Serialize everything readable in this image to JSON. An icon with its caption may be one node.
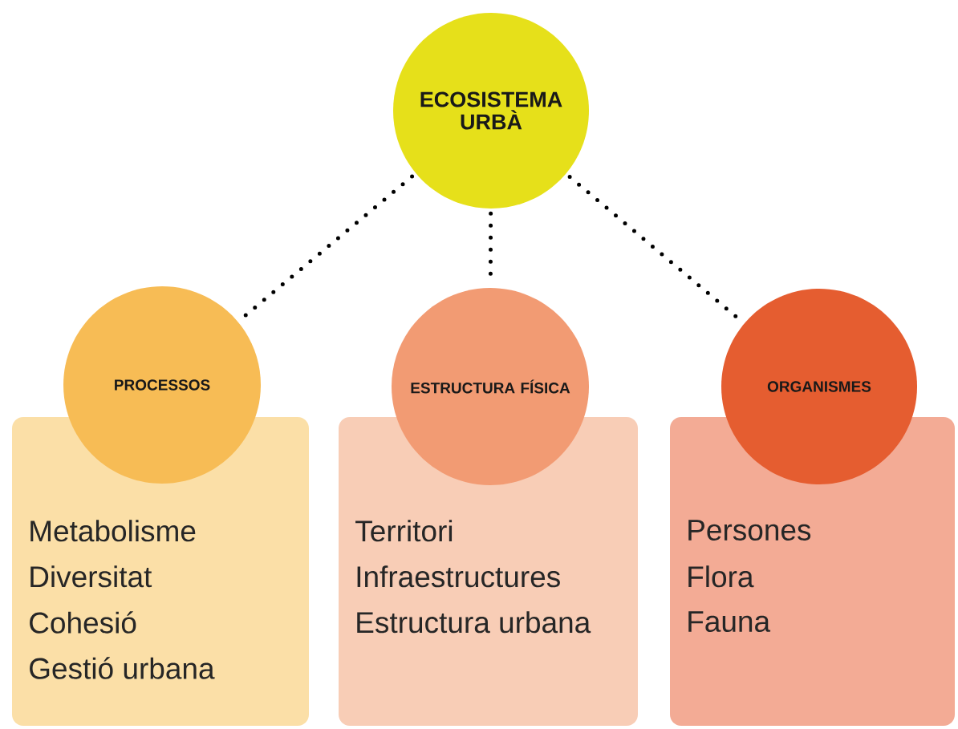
{
  "diagram": {
    "nodes": [
      {
        "text": [
          "ECOSISTEMA URBÀ"
        ]
      },
      {
        "text": [
          "PROCESSOS"
        ]
      },
      {
        "text": [
          "Metabolisme",
          "Diversitat",
          "Cohesió",
          "Gestió urbana"
        ]
      },
      {
        "text": [
          "ESTRUCTURA FÍSICA"
        ]
      },
      {
        "text": [
          "Territori",
          "Infraestructures",
          "Estructura urbana"
        ]
      },
      {
        "text": [
          "ORGANISMES"
        ]
      },
      {
        "text": [
          "Persones",
          "Flora",
          "Fauna"
        ]
      }
    ],
    "edges": [
      {
        "from": 0,
        "to": 1,
        "arrow": "none"
      },
      {
        "from": 0,
        "to": 3,
        "arrow": "none"
      },
      {
        "from": 0,
        "to": 5,
        "arrow": "none"
      }
    ]
  }
}
